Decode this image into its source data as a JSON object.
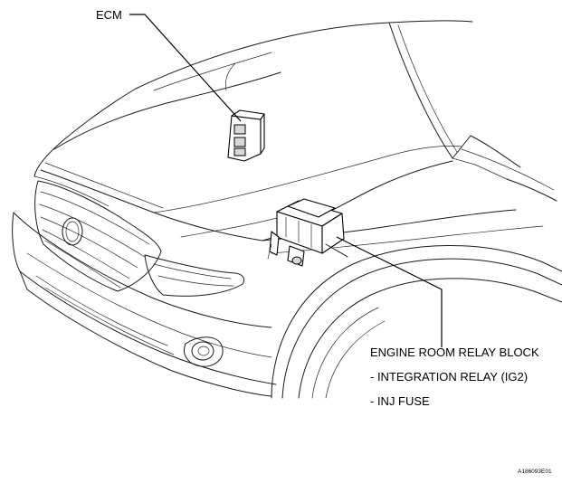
{
  "labels": {
    "ecm": "ECM",
    "relay_block": "ENGINE ROOM RELAY BLOCK",
    "integration_relay": "- INTEGRATION RELAY (IG2)",
    "inj_fuse": "- INJ FUSE",
    "figure_code": "A186093E01"
  }
}
